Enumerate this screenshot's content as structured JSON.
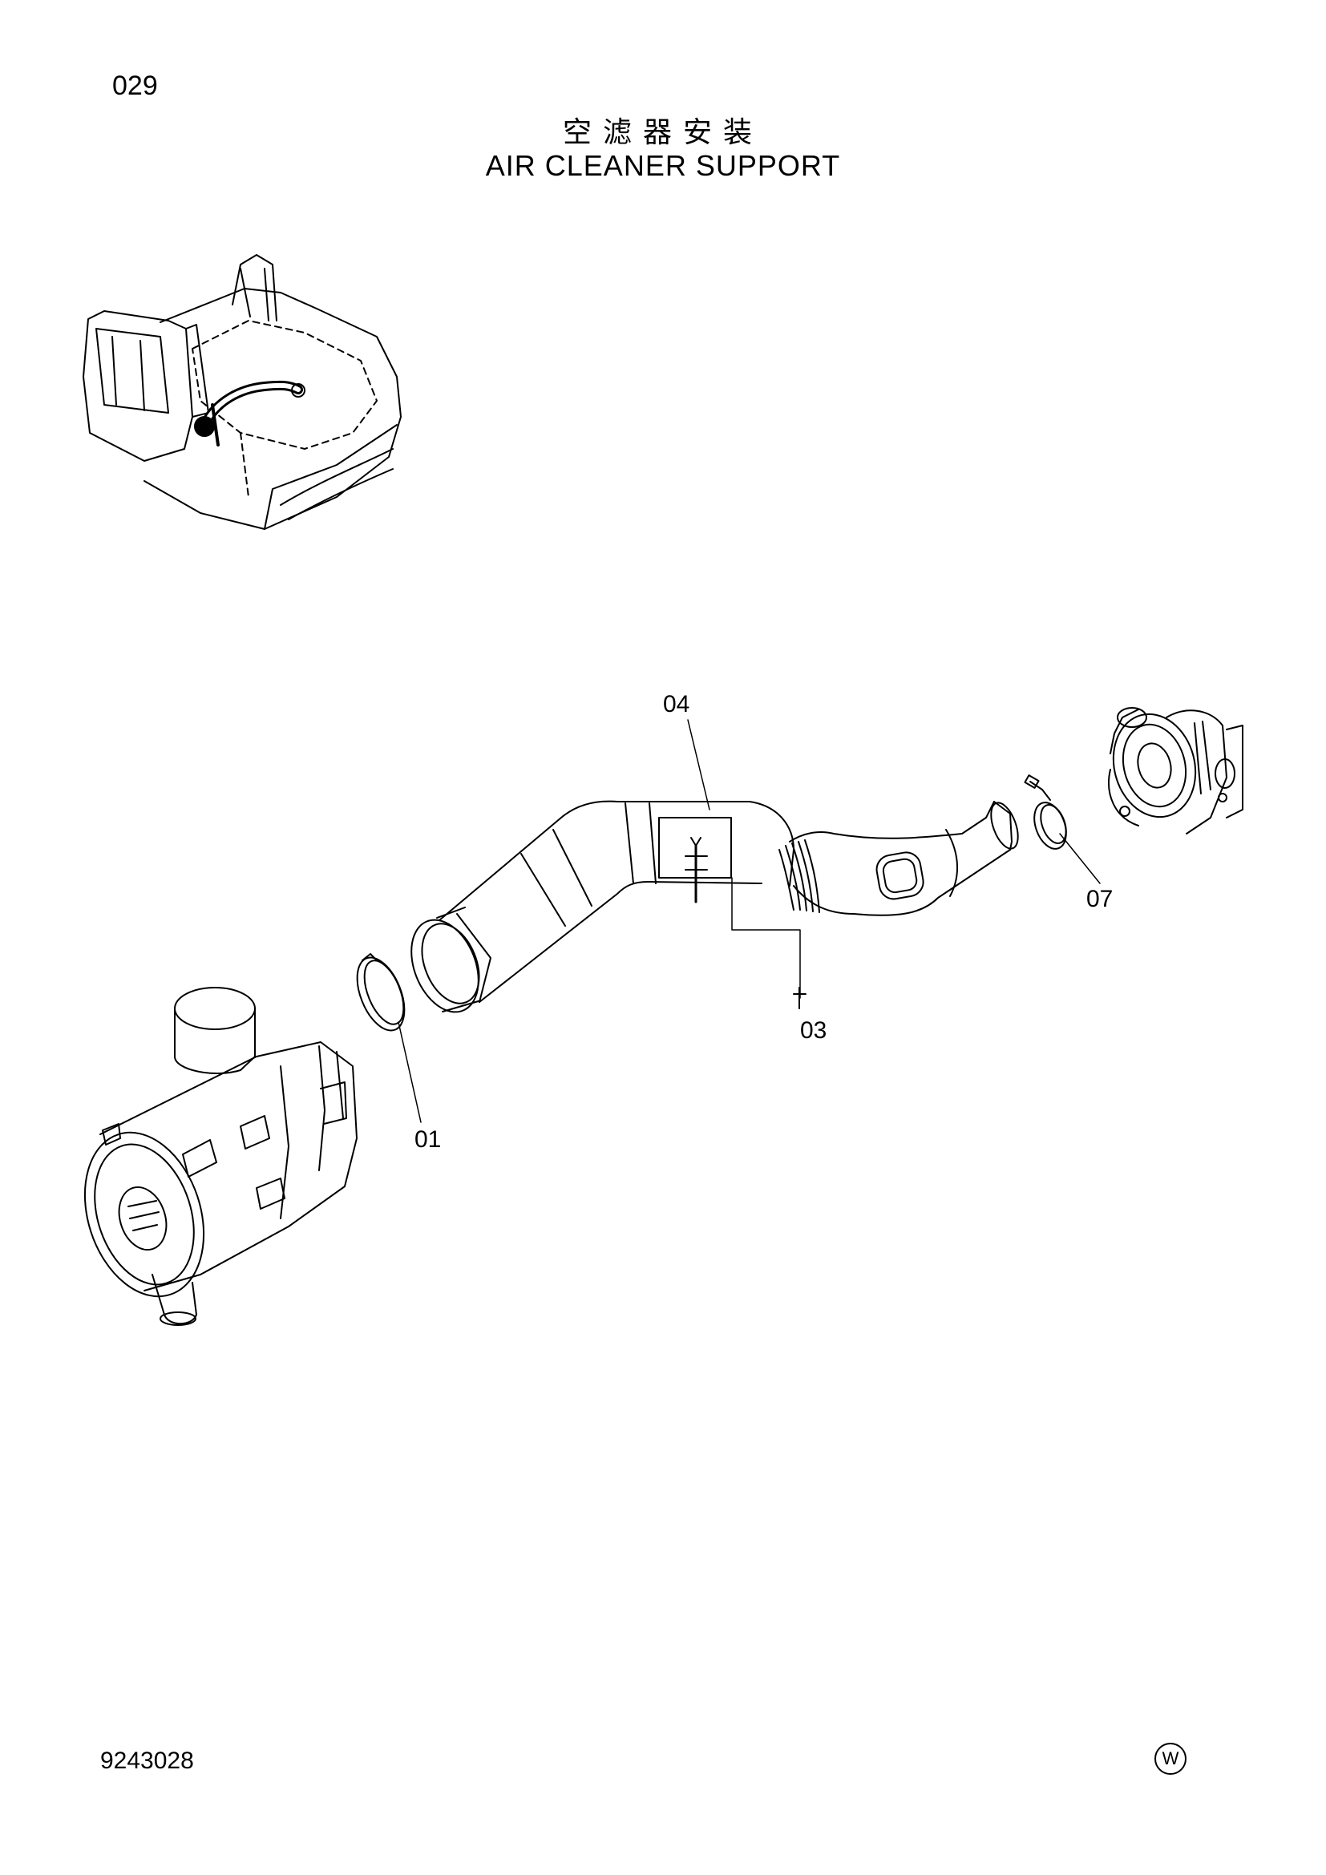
{
  "header": {
    "page_number": "029",
    "title_cn": "空滤器安装",
    "title_en": "AIR CLEANER SUPPORT"
  },
  "callouts": [
    "04",
    "07",
    "03",
    "01"
  ],
  "footer": {
    "document_code": "9243028",
    "mark": "W"
  }
}
